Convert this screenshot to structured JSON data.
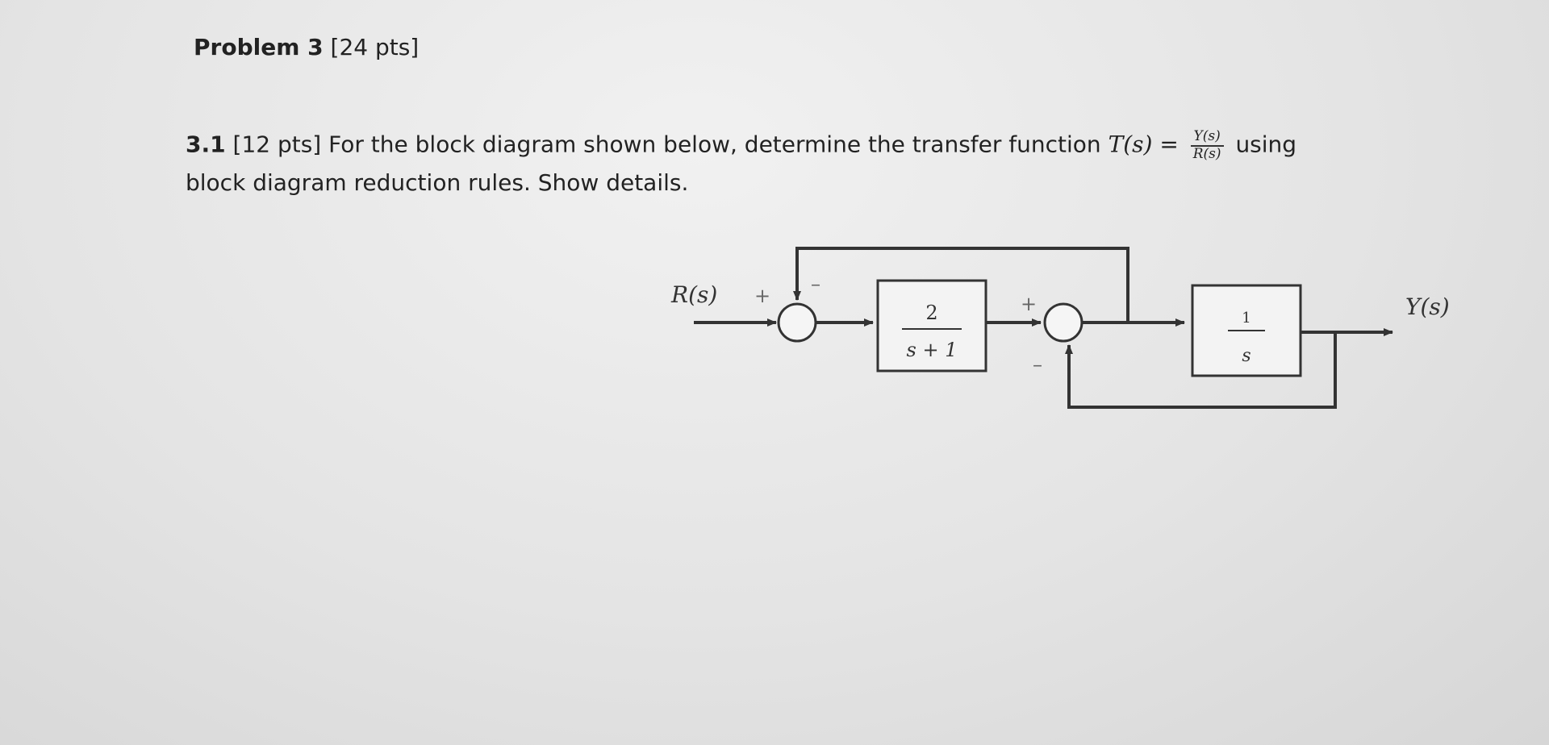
{
  "problem": {
    "label": "Problem 3",
    "points": "[24 pts]"
  },
  "question": {
    "number": "3.1",
    "points": "[12 pts]",
    "text_before": "For the block diagram shown below, determine the transfer function",
    "tf_lhs": "T(s) =",
    "tf_num": "Y(s)",
    "tf_den": "R(s)",
    "text_after": "using",
    "line2": "block diagram reduction rules. Show details."
  },
  "diagram": {
    "input_label": "R(s)",
    "output_label": "Y(s)",
    "block1": {
      "num": "2",
      "den": "s + 1"
    },
    "block2": {
      "num": "1",
      "den": "s"
    },
    "sum1_signs": {
      "input": "+",
      "feedback": "–"
    },
    "sum2_signs": {
      "input": "+",
      "feedback": "–"
    }
  }
}
